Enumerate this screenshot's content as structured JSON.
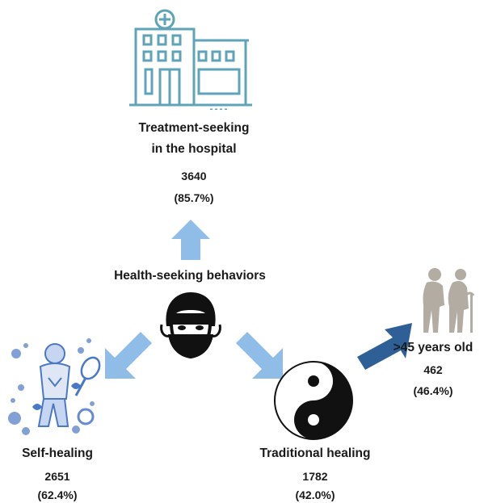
{
  "center": {
    "label": "Health-seeking behaviors",
    "icon": "masked-person-icon"
  },
  "hospital": {
    "label_line1": "Treatment-seeking",
    "label_line2": "in the hospital",
    "count": "3640",
    "percent": "(85.7%)",
    "icon": "hospital-icon",
    "color": "#5fa3b8"
  },
  "self_healing": {
    "label": "Self-healing",
    "count": "2651",
    "percent": "(62.4%)",
    "icon": "self-care-collage-icon",
    "color": "#4a78c8"
  },
  "traditional": {
    "label": "Traditional healing",
    "count": "1782",
    "percent": "(42.0%)",
    "icon": "yin-yang-icon"
  },
  "elderly": {
    "label": ">45 years old",
    "count": "462",
    "percent": "(46.4%)",
    "icon": "elderly-couple-icon",
    "color": "#b3aca3"
  },
  "arrows": {
    "light_color": "#8fbde8",
    "dark_color": "#2e5f96"
  }
}
